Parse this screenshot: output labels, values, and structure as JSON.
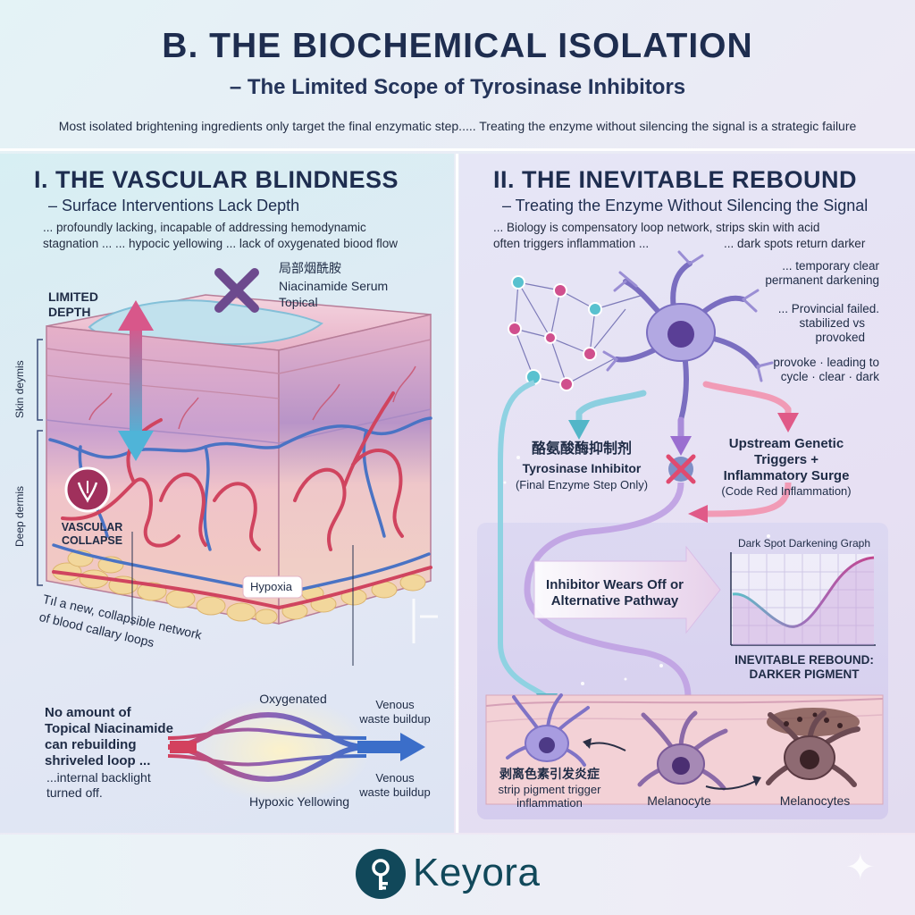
{
  "header": {
    "title": "B. THE BIOCHEMICAL ISOLATION",
    "subtitle": "– The Limited Scope of Tyrosinase Inhibitors",
    "intro": "Most isolated brightening ingredients only target the final enzymatic step..... Treating the enzyme without silencing the signal is a strategic failure"
  },
  "left": {
    "title": "I. THE VASCULAR BLINDNESS",
    "subtitle": "– Surface Interventions Lack Depth",
    "desc_line1": "... profoundly lacking, incapable of addressing hemodynamic",
    "desc_line2": "stagnation ... ... hypocic yellowing ... lack of oxygenated biood flow",
    "limited_depth_1": "LIMITED",
    "limited_depth_2": "DEPTH",
    "serum_cn": "局部烟酰胺",
    "serum_1": "Niacinamide Serum",
    "serum_2": "Topical",
    "skin_dermis": "Skin deymis",
    "deep_dermis": "Deep dermis",
    "collapse_1": "VASCULAR",
    "collapse_2": "COLLAPSE",
    "hypoxia": "Hypoxia",
    "network_1": "Tıl a new, collapsible network",
    "network_2": "of blood callary loops",
    "no_amount_1": "No amount of",
    "no_amount_2": "Topical Niacinamide",
    "no_amount_3": "can rebuilding",
    "no_amount_4": "shriveled loop ...",
    "backlight_1": "...internal backlight",
    "backlight_2": "turned off.",
    "oxygenated": "Oxygenated",
    "venous_1a": "Venous",
    "venous_1b": "waste buildup",
    "venous_2a": "Venous",
    "venous_2b": "waste buildup",
    "hypoxic_yellowing": "Hypoxic Yellowing"
  },
  "right": {
    "title": "II. THE INEVITABLE REBOUND",
    "subtitle": "– Treating the Enzyme Without Silencing the Signal",
    "desc_line1": "... Biology is compensatory loop network, strips skin with acid",
    "desc_line2a": "often triggers inflammation ...",
    "desc_line2b": "... dark spots return darker",
    "note1a": "... temporary clear",
    "note1b": "permanent darkening",
    "note2a": "... Provincial failed.",
    "note2b": "stabilized vs",
    "note2c": "provoked",
    "note3a": "provoke · leading to",
    "note3b": "cycle · clear · dark",
    "inhibitor_cn": "酪氨酸酶抑制剂",
    "inhibitor_1": "Tyrosinase Inhibitor",
    "inhibitor_2": "(Final Enzyme Step Only)",
    "upstream_1": "Upstream Genetic",
    "upstream_2": "Triggers +",
    "upstream_3": "Inflammatory Surge",
    "upstream_4": "(Code Red Inflammation)",
    "wears_1": "Inhibitor Wears Off or",
    "wears_2": "Alternative Pathway",
    "graph_title": "Dark Spot Darkening Graph",
    "rebound_1": "INEVITABLE REBOUND:",
    "rebound_2": "DARKER PIGMENT",
    "strip_cn": "剥离色素引发炎症",
    "strip_1": "strip pigment trigger",
    "strip_2": "inflammation",
    "melanocyte": "Melanocyte",
    "melanocytes": "Melanocytes"
  },
  "footer": {
    "brand": "Keyora"
  },
  "icons": {
    "cross": "x-cross-icon",
    "logo": "key-logo-icon",
    "sparkle": "sparkle-icon"
  },
  "colors": {
    "navy": "#1e2d4f",
    "artery_red": "#d0445f",
    "vein_blue": "#4a73c4",
    "accent_purple": "#7a4a9a",
    "teal_arrow": "#53b6c8",
    "pink_arrow": "#e05a88",
    "brand": "#11485a"
  }
}
